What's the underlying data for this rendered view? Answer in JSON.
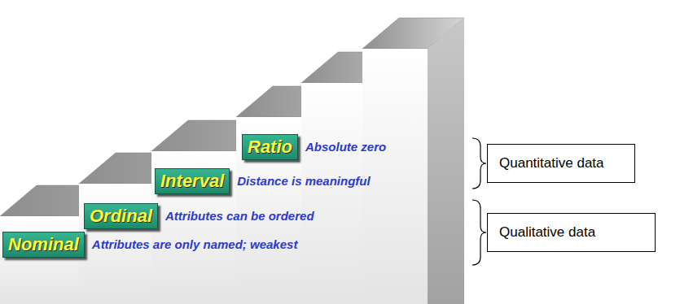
{
  "diagram": {
    "nodes": [
      {
        "text": [
          "Ratio"
        ]
      },
      {
        "text": [
          "Interval"
        ]
      },
      {
        "text": [
          "Ordinal"
        ]
      },
      {
        "text": [
          "Nominal"
        ]
      },
      {
        "text": [
          "Quantitative data"
        ]
      },
      {
        "text": [
          "Qualitative data"
        ]
      }
    ],
    "labels": [
      "Absolute zero",
      "Distance is meaningful",
      "Attributes can be ordered",
      "Attributes are only named; weakest"
    ]
  }
}
